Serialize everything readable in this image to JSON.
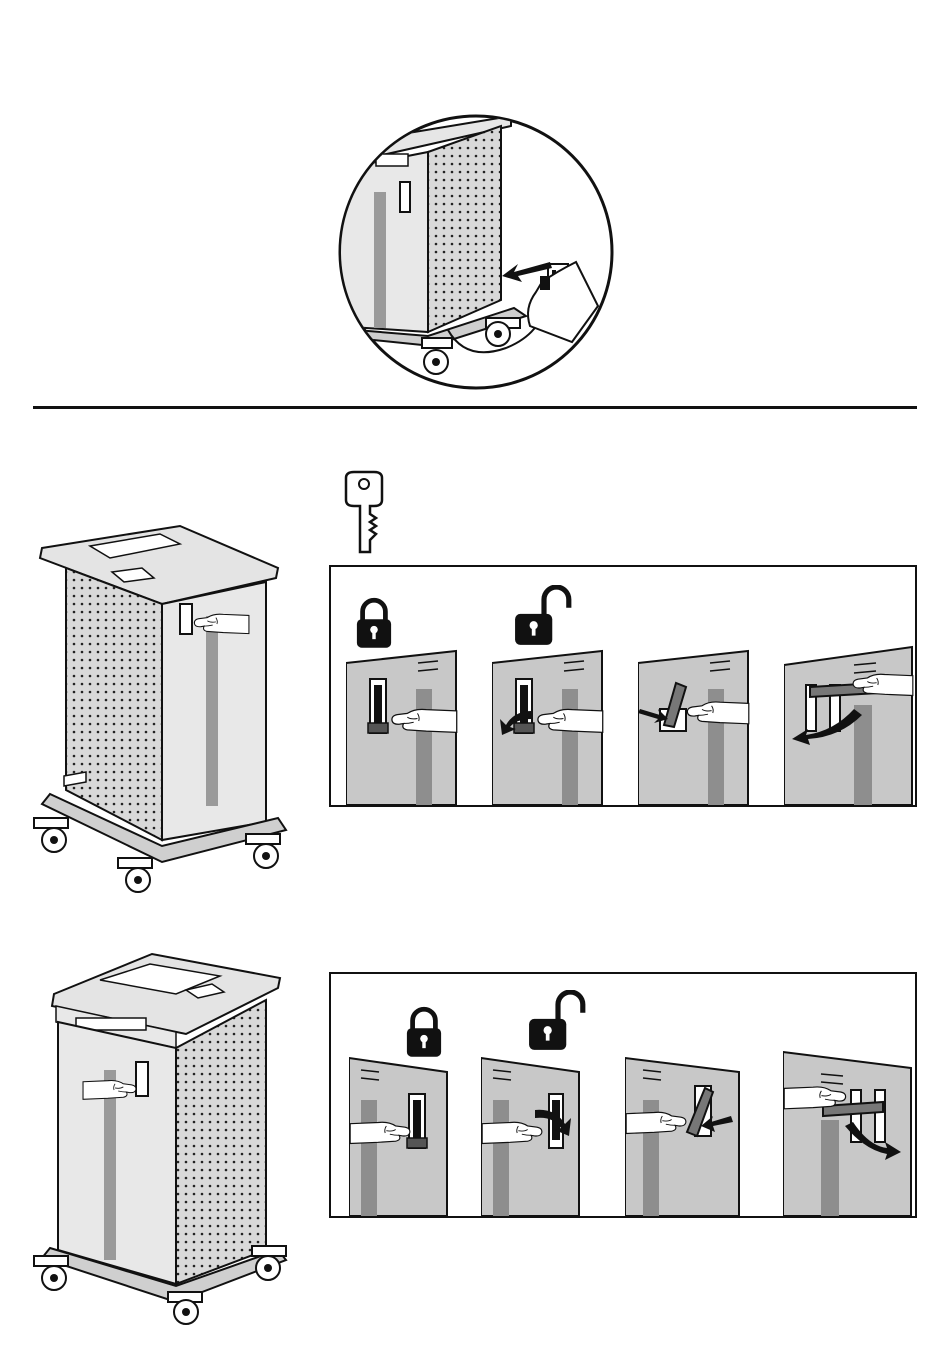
{
  "page": {
    "background": "#ffffff",
    "ink": "#111111",
    "panel_gray": "#c8c8c8",
    "stripe_gray": "#8e8e8e"
  },
  "top_illustration": {
    "subject": "cart-power-plug-detail",
    "icons": [
      "magnifier-circle-icon",
      "wall-outlet-icon",
      "plug-icon",
      "arrow-left-icon"
    ]
  },
  "section_one": {
    "subject": "cart-front-lock",
    "key_icon": "key-icon",
    "lock_states": [
      "locked-padlock-icon",
      "unlocked-padlock-icon"
    ],
    "steps": [
      "lock-step-1",
      "lock-step-2",
      "lock-step-3",
      "lock-step-4"
    ]
  },
  "section_two": {
    "subject": "cart-rear-lock",
    "lock_states": [
      "locked-padlock-icon",
      "unlocked-padlock-icon"
    ],
    "steps": [
      "lock-step-1",
      "lock-step-2",
      "lock-step-3",
      "lock-step-4"
    ]
  }
}
